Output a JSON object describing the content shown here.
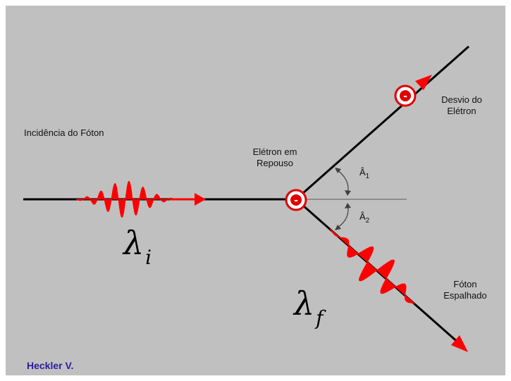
{
  "labels": {
    "incidence": "Incidência do Fóton",
    "electron_rest_line1": "Elétron em",
    "electron_rest_line2": "Repouso",
    "electron_deflection_line1": "Desvio do",
    "electron_deflection_line2": "Elétron",
    "scattered_photon_line1": "Fóton",
    "scattered_photon_line2": "Espalhado",
    "angle1_letter": "Â",
    "angle1_index": "1",
    "angle2_letter": "Â",
    "angle2_index": "2",
    "lambda_symbol": "λ",
    "lambda_i_sub": "i",
    "lambda_f_sub": "f",
    "electron_sign": "-",
    "author": "Heckler V."
  },
  "colors": {
    "background": "#c0c0c0",
    "wave": "#ff0000",
    "line": "#000000",
    "author": "#2b1aa0"
  }
}
